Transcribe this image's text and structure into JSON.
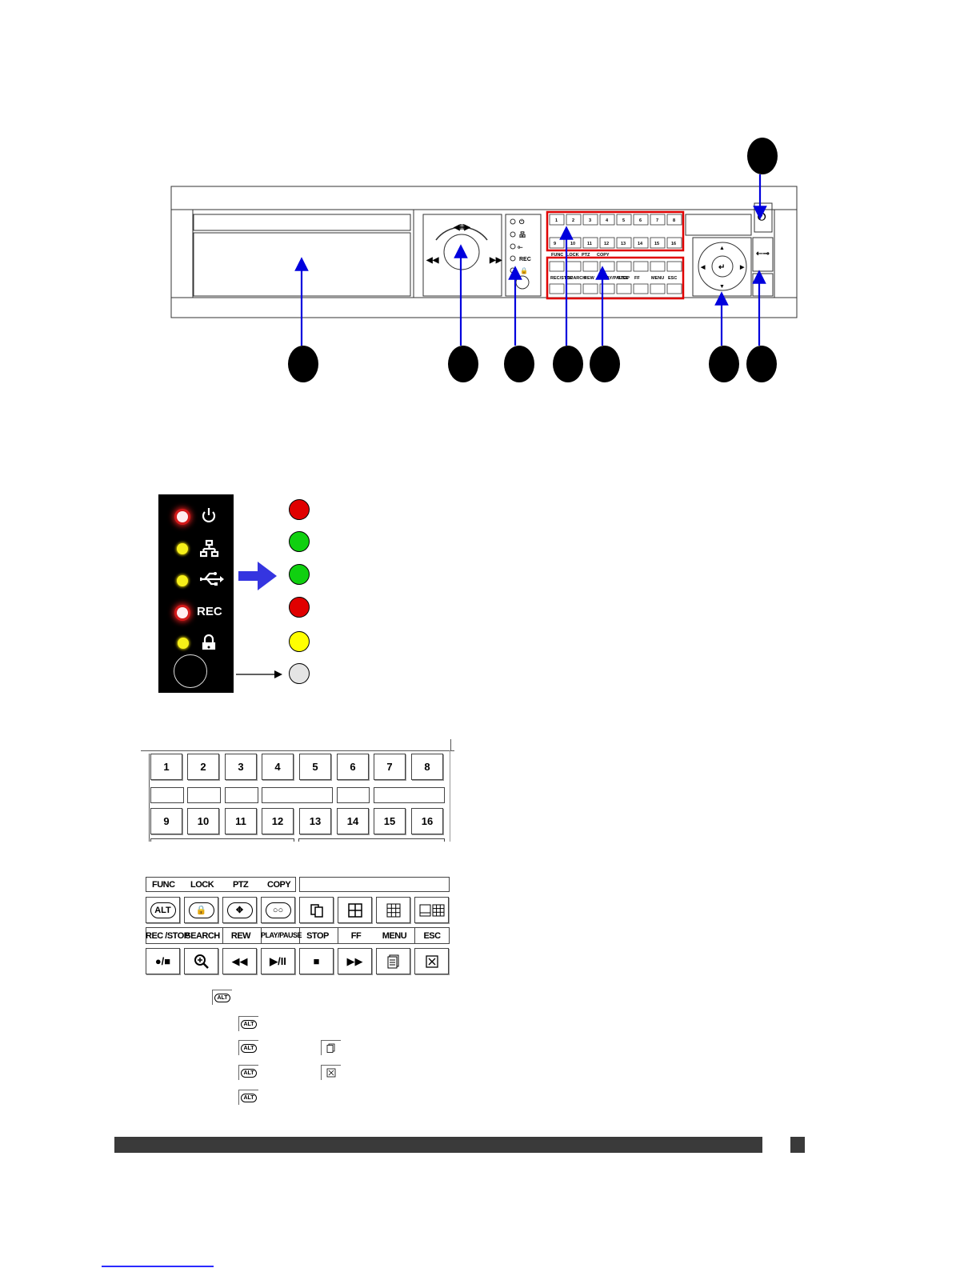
{
  "front_panel": {
    "led_labels": [
      "REC"
    ],
    "number_keys": [
      "1",
      "2",
      "3",
      "4",
      "5",
      "6",
      "7",
      "8",
      "9",
      "10",
      "11",
      "12",
      "13",
      "14",
      "15",
      "16"
    ],
    "function_tabs": [
      "FUNC",
      "LOCK",
      "PTZ",
      "COPY"
    ],
    "control_labels": [
      "REC/STOP",
      "SEARCH",
      "REW",
      "PLAY/PAUSE",
      "STOP",
      "FF",
      "MENU",
      "ESC"
    ]
  },
  "led_panel": {
    "rec_label": "REC",
    "indicator_colors": [
      "#e00000",
      "#10d010",
      "#10d010",
      "#e00000",
      "#ffff00",
      "#e4e4e4"
    ]
  },
  "number_keypad": {
    "row1": [
      "1",
      "2",
      "3",
      "4",
      "5",
      "6",
      "7",
      "8"
    ],
    "row2": [
      "9",
      "10",
      "11",
      "12",
      "13",
      "14",
      "15",
      "16"
    ]
  },
  "function_keypad": {
    "tabs": [
      "FUNC",
      "LOCK",
      "PTZ",
      "COPY"
    ],
    "alt_label": "ALT",
    "control_labels": [
      "REC /STOP",
      "SEARCH",
      "REW",
      "PLAY/PAUSE",
      "STOP",
      "FF",
      "MENU",
      "ESC"
    ]
  }
}
